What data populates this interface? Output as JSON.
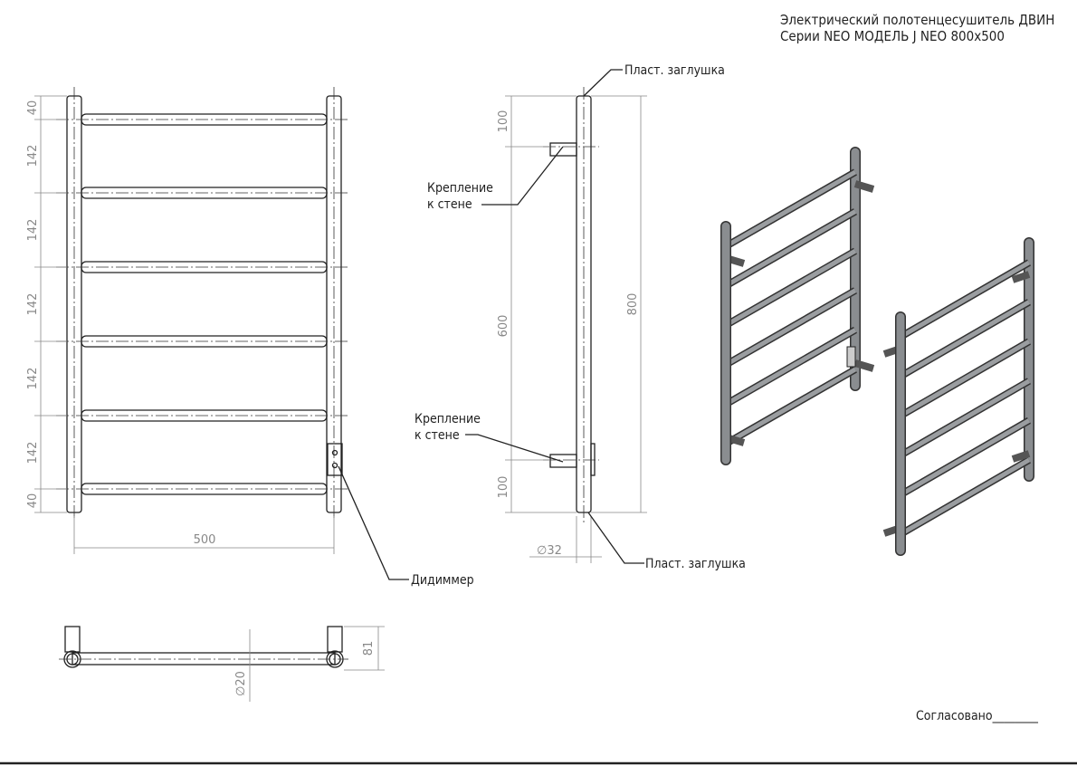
{
  "title": {
    "line1": "Электрический полотенцесушитель ДВИН",
    "line2": "Серии NEO МОДЕЛЬ J NEO 800x500"
  },
  "front_view": {
    "vertical_dims": [
      "40",
      "142",
      "142",
      "142",
      "142",
      "142",
      "40"
    ],
    "width_dim": "500",
    "dimmer_label": "Дидиммер"
  },
  "side_view": {
    "top_cap_label": "Пласт. заглушка",
    "bottom_cap_label": "Пласт. заглушка",
    "mount_top_label_1": "Крепление",
    "mount_top_label_2": "к стене",
    "mount_bottom_label_1": "Крепление",
    "mount_bottom_label_2": "к стене",
    "dim_top": "100",
    "dim_middle": "600",
    "dim_bottom": "100",
    "dim_total": "800",
    "diameter": "∅32"
  },
  "top_view": {
    "depth_dim": "81",
    "diameter": "∅20"
  },
  "approval_label": "Согласовано________"
}
